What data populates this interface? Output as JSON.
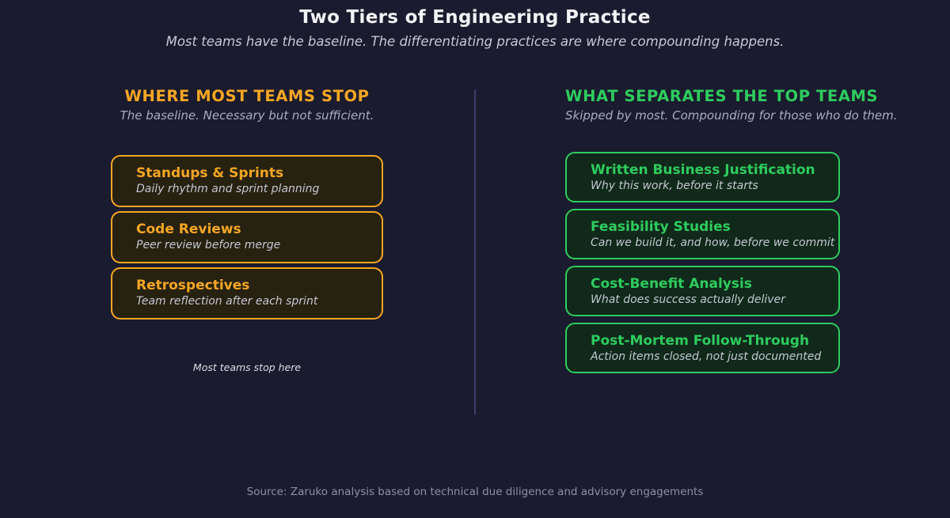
{
  "page": {
    "background_color": "#1a1b2e",
    "divider_color": "#3d3f68"
  },
  "header": {
    "title": "Two Tiers of Engineering Practice",
    "subtitle": "Most teams have the baseline. The differentiating practices are where compounding happens."
  },
  "columns": {
    "left": {
      "heading": "WHERE MOST TEAMS STOP",
      "subheading": "The baseline. Necessary but not sufficient.",
      "accent_color": "#f5a623",
      "card_background": "#272110",
      "items": [
        {
          "title": "Standups & Sprints",
          "desc": "Daily rhythm and sprint planning"
        },
        {
          "title": "Code Reviews",
          "desc": "Peer review before merge"
        },
        {
          "title": "Retrospectives",
          "desc": "Team reflection after each sprint"
        }
      ],
      "note": "Most teams stop here"
    },
    "right": {
      "heading": "WHAT SEPARATES THE TOP TEAMS",
      "subheading": "Skipped by most. Compounding for those who do them.",
      "accent_color": "#2ecc5e",
      "card_background": "#10291a",
      "items": [
        {
          "title": "Written Business Justification",
          "desc": "Why this work, before it starts"
        },
        {
          "title": "Feasibility Studies",
          "desc": "Can we build it, and how, before we commit"
        },
        {
          "title": "Cost-Benefit Analysis",
          "desc": "What does success actually deliver"
        },
        {
          "title": "Post-Mortem Follow-Through",
          "desc": "Action items closed, not just documented"
        }
      ]
    }
  },
  "footer": {
    "source": "Source: Zaruko analysis based on technical due diligence and advisory engagements"
  }
}
